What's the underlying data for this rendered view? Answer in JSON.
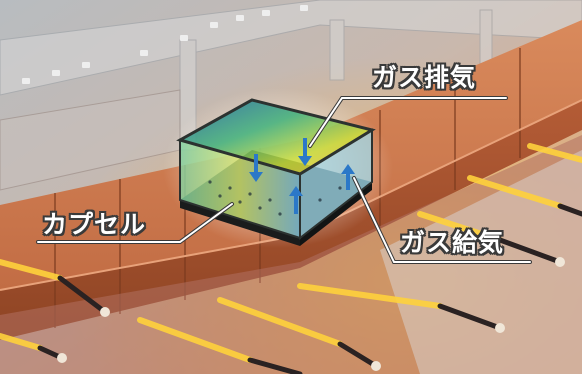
{
  "labels": {
    "gas_exhaust": "ガス排気",
    "gas_supply": "ガス給気",
    "capsule": "カプセル"
  },
  "colors": {
    "furnace_brick": "#b9623c",
    "heater_glow": "#ffd23c",
    "capsule_frame": "#2c3230",
    "flow_arrow": "#3a8fd8"
  },
  "icons": [
    "exhaust-arrow-icon",
    "supply-arrow-icon"
  ]
}
